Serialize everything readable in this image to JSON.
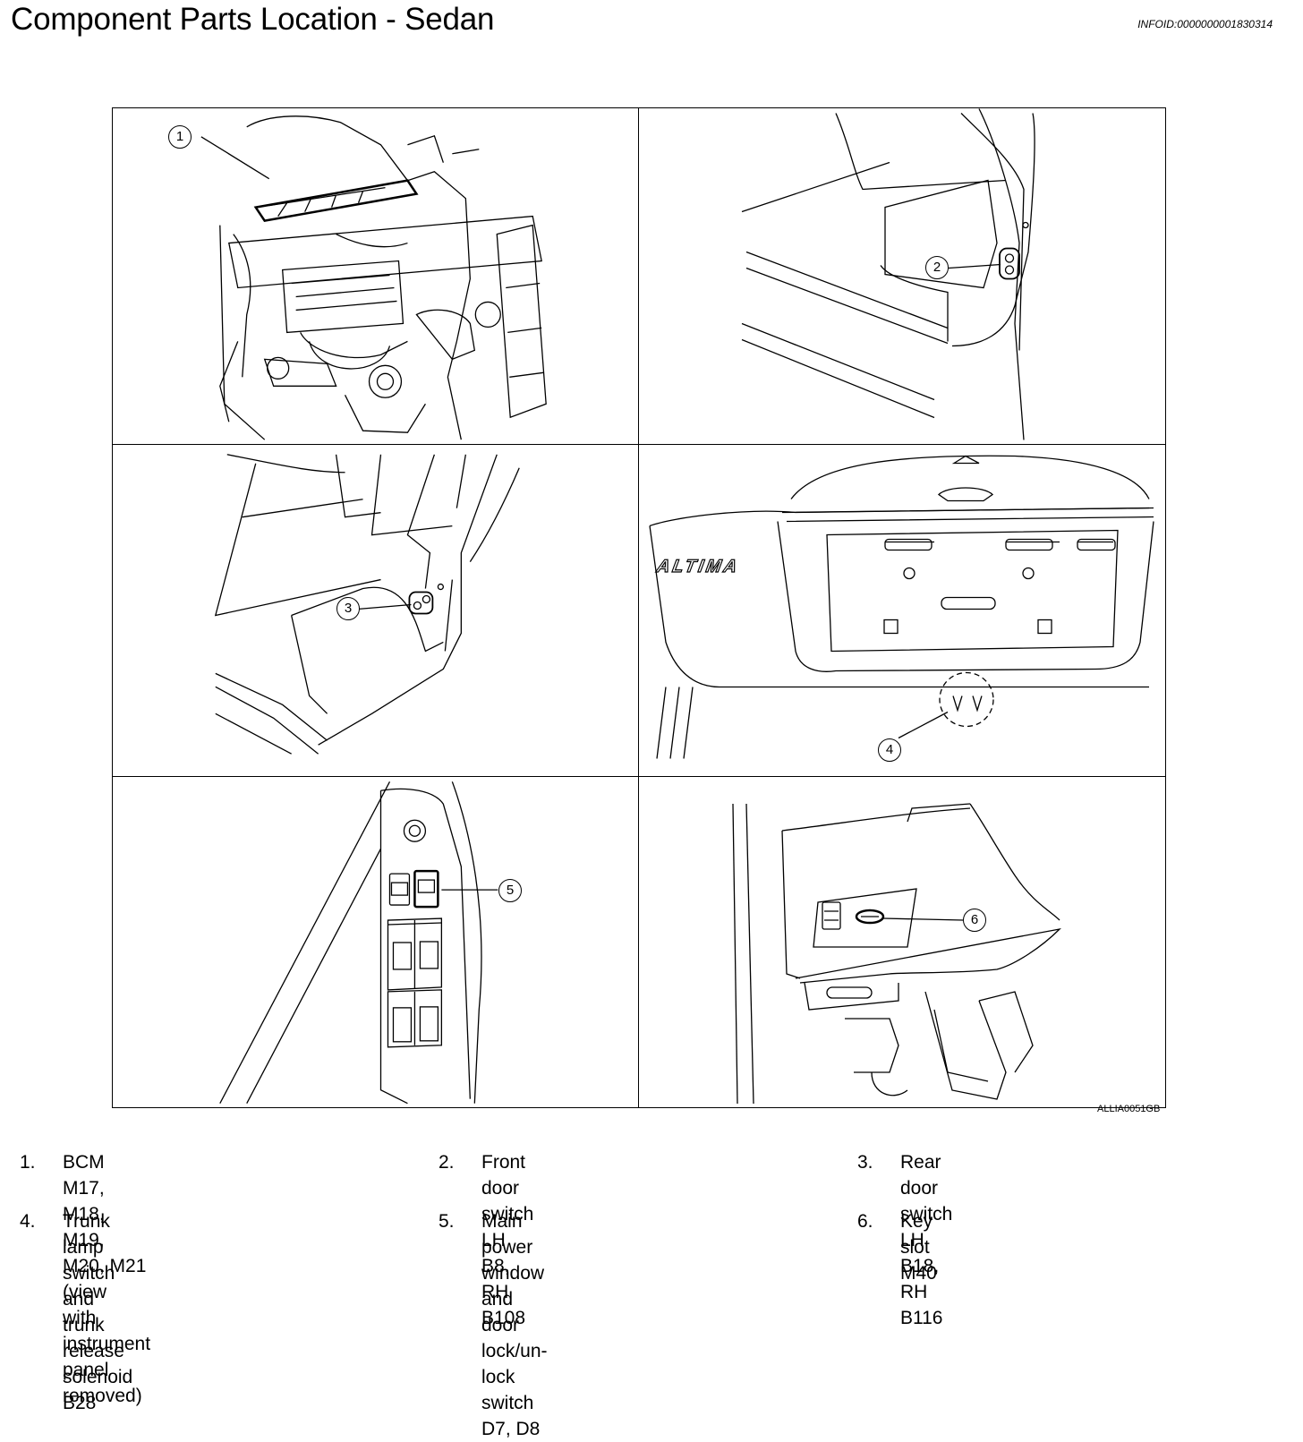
{
  "header": {
    "title": "Component Parts Location - Sedan",
    "infoid": "INFOID:0000000001830314"
  },
  "figure": {
    "code": "ALLIA0051GB",
    "panels": [
      {
        "callout": "1",
        "subject": "BCM"
      },
      {
        "callout": "2",
        "subject": "Front door switch"
      },
      {
        "callout": "3",
        "subject": "Rear door switch"
      },
      {
        "callout": "4",
        "subject": "Trunk lamp switch",
        "badge_text": "ALTIMA"
      },
      {
        "callout": "5",
        "subject": "Main power window switch"
      },
      {
        "callout": "6",
        "subject": "Key slot"
      }
    ]
  },
  "legend": [
    {
      "num": "1.",
      "line1": "BCM M17, M18, M19, M20, M21 (view",
      "line2": "with instrument panel removed)"
    },
    {
      "num": "2.",
      "line1": "Front door switch LH B8, RH B108",
      "line2": ""
    },
    {
      "num": "3.",
      "line1": "Rear door switch LH B18, RH B116",
      "line2": ""
    },
    {
      "num": "4.",
      "line1": "Trunk lamp switch and trunk release",
      "line2": "solenoid B28"
    },
    {
      "num": "5.",
      "line1": "Main power window and door lock/un-",
      "line2": "lock switch D7, D8"
    },
    {
      "num": "6.",
      "line1": "Key slot M40",
      "line2": ""
    }
  ]
}
